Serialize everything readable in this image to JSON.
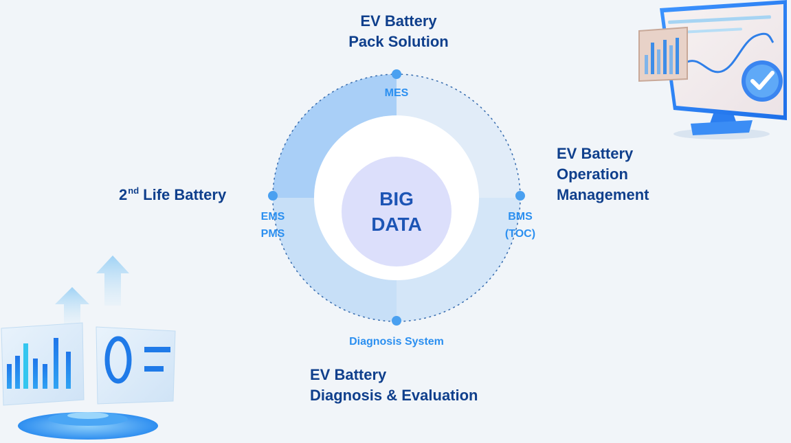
{
  "hub": {
    "line1": "BIG",
    "line2": "DATA"
  },
  "nodes": {
    "top": {
      "line1": "EV Battery",
      "line2": "Pack Solution",
      "ring_label": "MES"
    },
    "right": {
      "line1": "EV Battery",
      "line2": "Operation",
      "line3": "Management",
      "ring_label_1": "BMS",
      "ring_label_2": "(TOC)"
    },
    "left": {
      "main": "2",
      "sup": "nd",
      "rest": "Life Battery",
      "ring_label_1": "EMS",
      "ring_label_2": "PMS"
    },
    "bottom": {
      "line1": "EV Battery",
      "line2": "Diagnosis & Evaluation",
      "ring_label": "Diagnosis System"
    }
  },
  "colors": {
    "heading": "#0f3f8c",
    "ring_label": "#2b8ff0",
    "hub_text": "#1d55b5",
    "hub_fill": "#dcdffb",
    "quadrant_top_left": "#a9cff7",
    "quadrant_top_right": "#e1ecf8",
    "quadrant_bottom_left": "#c7dff7",
    "quadrant_bottom_right": "#d4e6f8",
    "node_dot": "#4aa0f0"
  },
  "illustrations": {
    "top_right": "monitor-chart-checkmark-icon",
    "bottom_left": "bar-chart-upload-arrows-icon"
  }
}
